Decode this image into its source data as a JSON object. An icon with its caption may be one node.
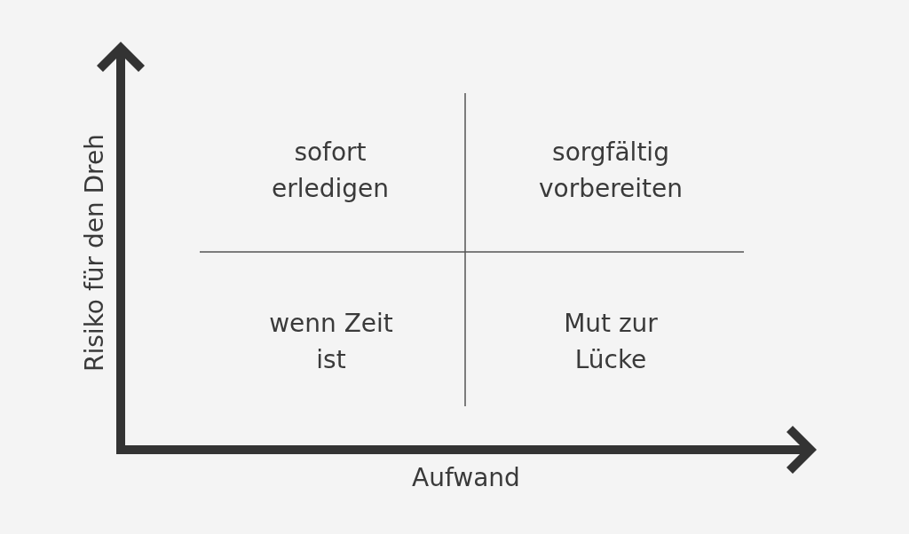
{
  "diagram": {
    "labels": [
      "Risiko für den Dreh",
      "sofort erledigen",
      "sorgfältig vorbereiten",
      "wenn Zeit ist",
      "Mut zur Lücke",
      "Aufwand"
    ]
  }
}
